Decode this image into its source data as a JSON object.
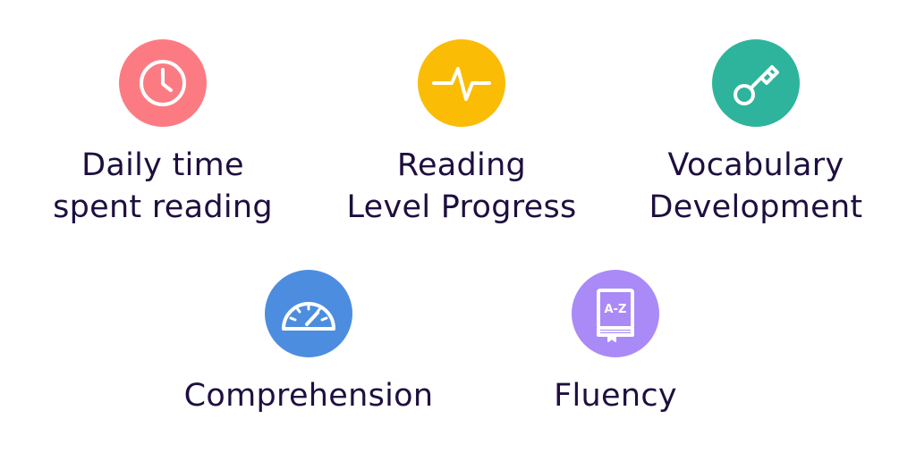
{
  "items": [
    {
      "id": "daily-time",
      "lines": [
        "Daily time",
        "spent reading"
      ],
      "icon": "clock-icon",
      "color": "#fc7b82"
    },
    {
      "id": "reading-level",
      "lines": [
        "Reading",
        "Level Progress"
      ],
      "icon": "pulse-icon",
      "color": "#fbbc05"
    },
    {
      "id": "vocabulary",
      "lines": [
        "Vocabulary",
        "Development"
      ],
      "icon": "key-icon",
      "color": "#2eb49c"
    },
    {
      "id": "comprehension",
      "lines": [
        "Comprehension"
      ],
      "icon": "speedometer-icon",
      "color": "#4c8ddf"
    },
    {
      "id": "fluency",
      "lines": [
        "Fluency"
      ],
      "icon": "a-z-book-icon",
      "color": "#a98af7"
    }
  ],
  "book_icon_text": "A-Z"
}
